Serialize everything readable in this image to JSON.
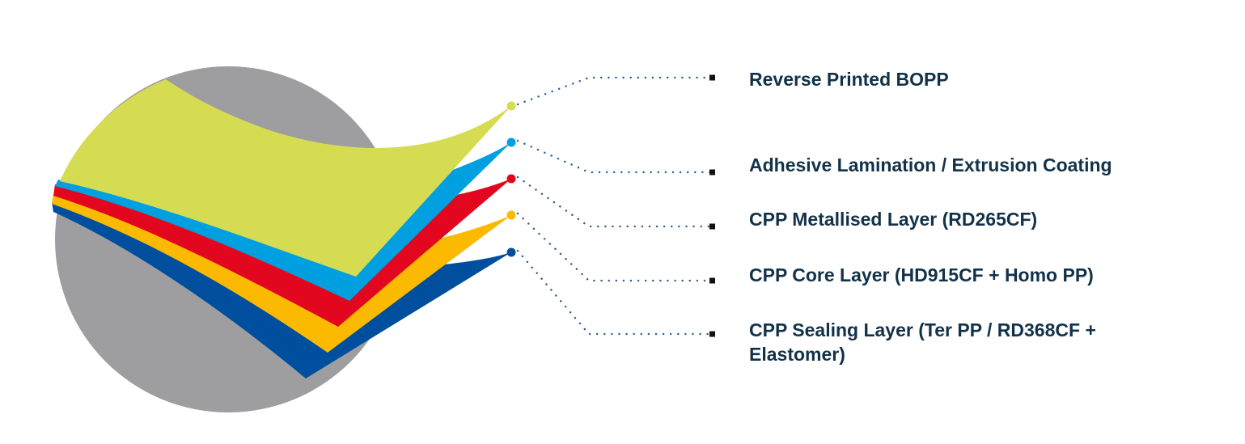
{
  "diagram": {
    "title": "Multilayer film structure",
    "colors": {
      "background_disc": "#9e9ea0",
      "leader_dots": "#2a5b9a",
      "endpoint_marker": "#111111",
      "label_text": "#12324a"
    },
    "layers": [
      {
        "label": "Reverse Printed BOPP",
        "color": "#d6dc52"
      },
      {
        "label": "Adhesive Lamination / Extrusion Coating",
        "color": "#00a0e0"
      },
      {
        "label": "CPP Metallised Layer (RD265CF)",
        "color": "#e2071e"
      },
      {
        "label": "CPP Core Layer (HD915CF + Homo PP)",
        "color": "#fbb900"
      },
      {
        "label": "CPP Sealing Layer (Ter PP / RD368CF +\nElastomer)",
        "color": "#004f9f"
      }
    ]
  }
}
